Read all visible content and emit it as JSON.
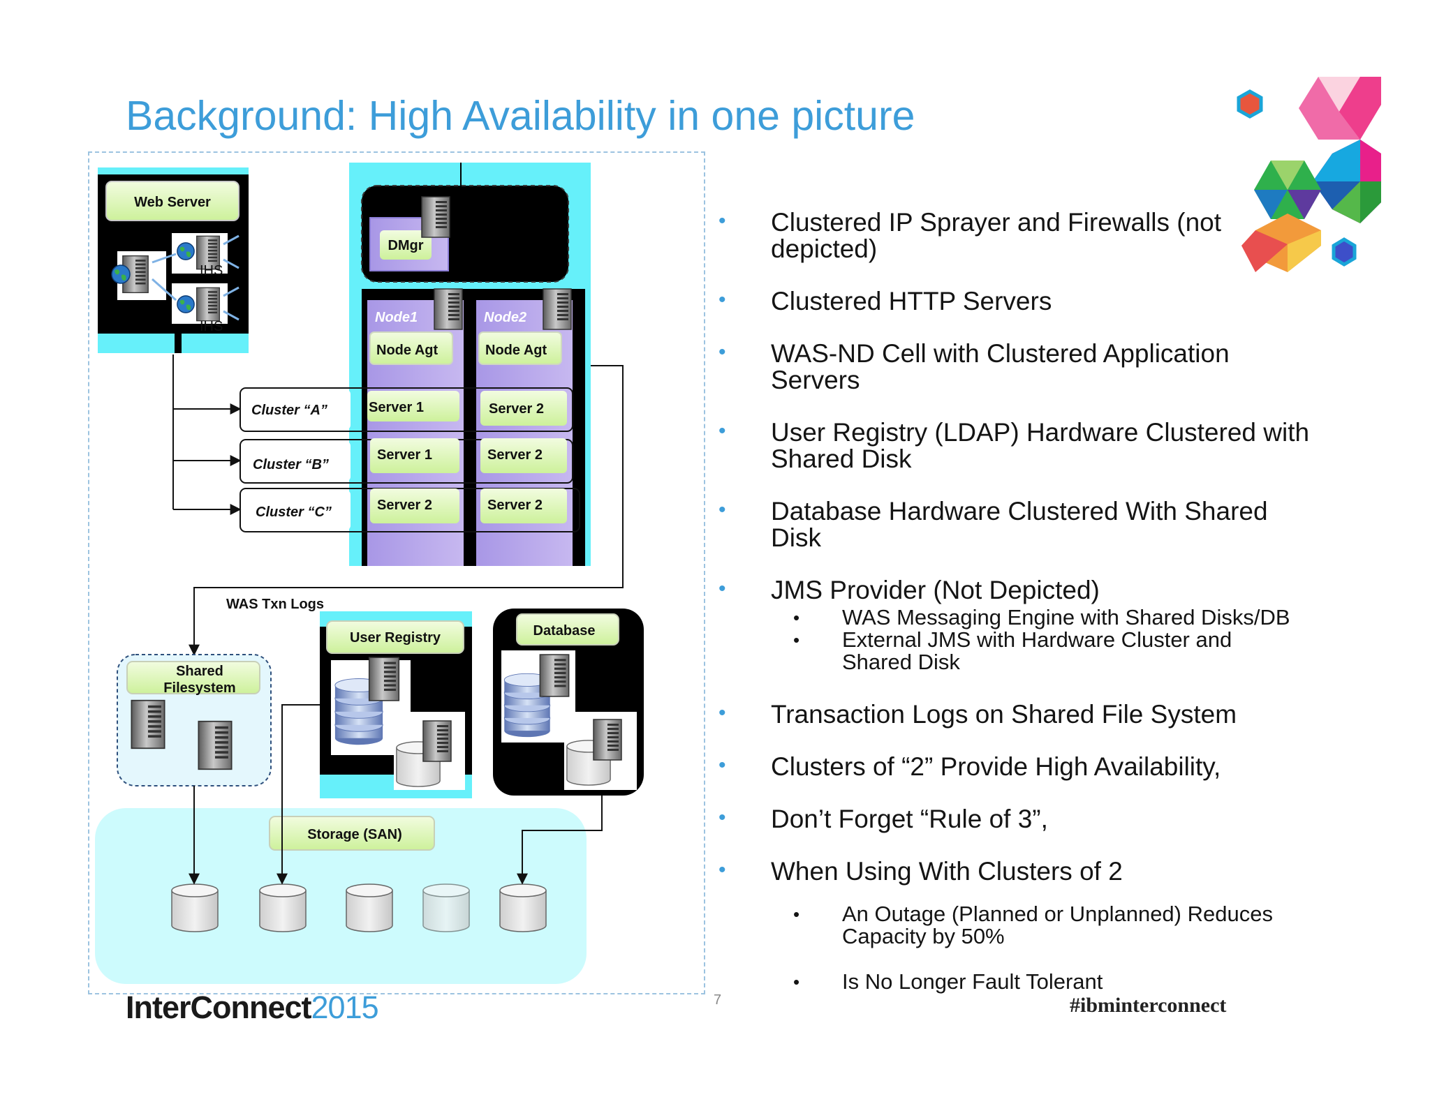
{
  "slide": {
    "title": "Background: High Availability in one picture",
    "page_number": "7",
    "hashtag": "#ibminterconnect"
  },
  "footer": {
    "brand": "InterConnect",
    "year": "2015"
  },
  "diagram": {
    "web_server": "Web Server",
    "ihs_1": "IHS",
    "ihs_2": "IHS",
    "dmgr": "DMgr",
    "node1": "Node1",
    "node2": "Node2",
    "node_agt_1": "Node Agt",
    "node_agt_2": "Node Agt",
    "cluster_a": "Cluster “A”",
    "cluster_b": "Cluster “B”",
    "cluster_c": "Cluster “C”",
    "n1_cluster_a_server": "Server 1",
    "n2_cluster_a_server": "Server 2",
    "n1_cluster_b_server": "Server 1",
    "n2_cluster_b_server": "Server 2",
    "n1_cluster_c_server": "Server 2",
    "n2_cluster_c_server": "Server 2",
    "was_txn_logs": "WAS Txn Logs",
    "user_registry": "User Registry",
    "database": "Database",
    "shared_fs_line1": "Shared",
    "shared_fs_line2": "Filesystem",
    "storage": "Storage (SAN)"
  },
  "bullets": [
    {
      "text": "Clustered IP Sprayer and Firewalls (not",
      "text2": "depicted)"
    },
    {
      "text": "Clustered HTTP Servers"
    },
    {
      "text": "WAS-ND Cell with Clustered Application",
      "text2": "Servers"
    },
    {
      "text": "User Registry (LDAP) Hardware Clustered with",
      "text2": "Shared Disk"
    },
    {
      "text": "Database Hardware Clustered With Shared",
      "text2": "Disk"
    },
    {
      "text": "JMS Provider (Not Depicted)",
      "sub": [
        {
          "text": "WAS Messaging Engine with Shared Disks/DB"
        },
        {
          "text": "External JMS with Hardware Cluster and",
          "text2": "Shared Disk"
        }
      ]
    },
    {
      "text": "Transaction Logs on Shared File System"
    },
    {
      "text": "Clusters of “2” Provide High Availability,"
    },
    {
      "text": "Don’t Forget “Rule of 3”,"
    },
    {
      "text": "When Using With Clusters of 2",
      "sub": [
        {
          "text": "An Outage (Planned or Unplanned) Reduces",
          "text2": "Capacity by 50%"
        },
        {
          "text": "Is No Longer Fault Tolerant"
        }
      ]
    }
  ],
  "colors": {
    "title_blue": "#3d9dd9",
    "cyan": "#66f0fa",
    "lilac": "#b3a2e8",
    "green_label": "#ddf7b8",
    "storage_bg": "#cdfbfd"
  },
  "icons": [
    "server-icon",
    "globe-icon",
    "database-icon",
    "disk-icon",
    "hexagon-decoration"
  ]
}
